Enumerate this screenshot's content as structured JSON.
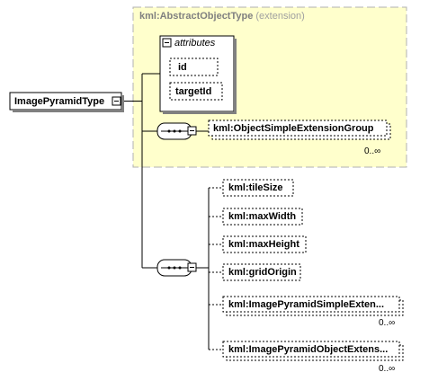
{
  "root": {
    "label": "ImagePyramidType"
  },
  "extension": {
    "type_name": "kml:AbstractObjectType",
    "kind": "(extension)"
  },
  "attributes": {
    "label": "attributes",
    "items": [
      "id",
      "targetId"
    ]
  },
  "group": {
    "label": "kml:ObjectSimpleExtensionGroup",
    "cardinality": "0..∞"
  },
  "elements": [
    {
      "label": "kml:tileSize",
      "cardinality": ""
    },
    {
      "label": "kml:maxWidth",
      "cardinality": ""
    },
    {
      "label": "kml:maxHeight",
      "cardinality": ""
    },
    {
      "label": "kml:gridOrigin",
      "cardinality": ""
    },
    {
      "label": "kml:ImagePyramidSimpleExten...",
      "cardinality": "0..∞"
    },
    {
      "label": "kml:ImagePyramidObjectExtens...",
      "cardinality": "0..∞"
    }
  ],
  "colors": {
    "extension_fill": "#ffffcc",
    "extension_border": "#b0b0b0",
    "line": "#000000"
  }
}
